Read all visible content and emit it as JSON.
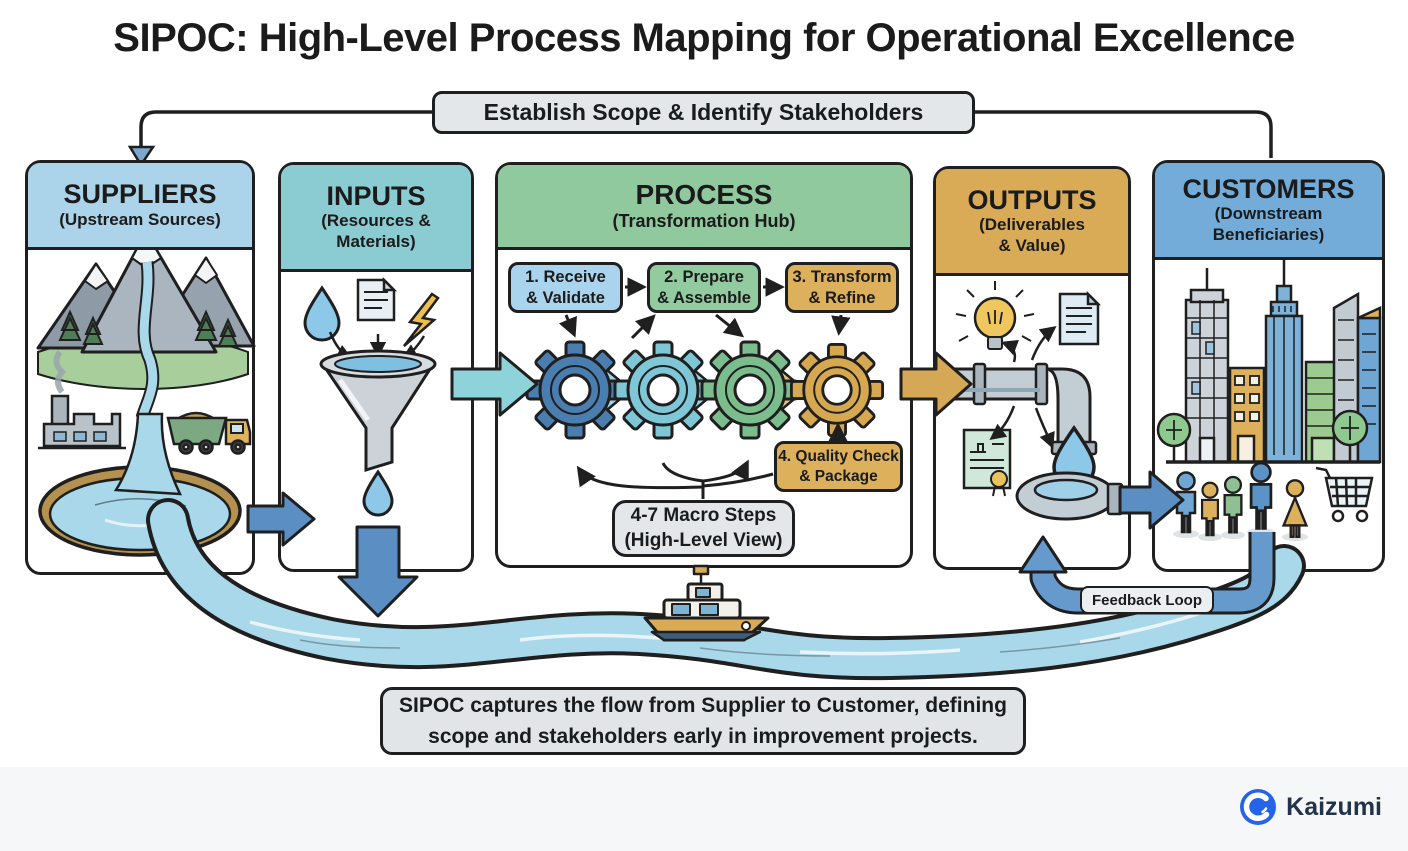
{
  "title": "SIPOC: High-Level Process Mapping for Operational Excellence",
  "banner": {
    "label": "Establish Scope & Identify Stakeholders"
  },
  "columns": [
    {
      "name": "SUPPLIERS",
      "subtitle": "(Upstream Sources)",
      "header_color": "#abd3e9"
    },
    {
      "name": "INPUTS",
      "subtitle": "(Resources &\nMaterials)",
      "header_color": "#8bccd3"
    },
    {
      "name": "PROCESS",
      "subtitle": "(Transformation Hub)",
      "header_color": "#91c99e"
    },
    {
      "name": "OUTPUTS",
      "subtitle": "(Deliverables\n& Value)",
      "header_color": "#d9ab57"
    },
    {
      "name": "CUSTOMERS",
      "subtitle": "(Downstream\nBeneficiaries)",
      "header_color": "#73acd8"
    }
  ],
  "process": {
    "steps": [
      {
        "label": "1. Receive\n& Validate",
        "color": "#aad4ee"
      },
      {
        "label": "2. Prepare\n& Assemble",
        "color": "#92cba0"
      },
      {
        "label": "3. Transform\n& Refine",
        "color": "#ddb05c"
      },
      {
        "label": "4. Quality Check\n& Package",
        "color": "#ddb05c"
      }
    ],
    "macro_note": "4-7 Macro Steps\n(High-Level View)"
  },
  "feedback": {
    "label": "Feedback Loop"
  },
  "caption": "SIPOC captures the flow from Supplier to Customer, defining\nscope and stakeholders early in improvement projects.",
  "brand": {
    "name": "Kaizumi",
    "accent": "#2563eb"
  },
  "colors": {
    "outline": "#1f1f1f",
    "river": "#a8d8ea",
    "arrow_blue": "#5b8fc4",
    "teal_arrow": "#8ed2da",
    "gold_arrow": "#d5a855",
    "gear_blue": "#4a7eb0",
    "gear_teal": "#7fc6d6",
    "gear_green": "#7cbd8e",
    "gear_gold": "#d6a84f",
    "label_bg": "#e4e7e9",
    "footer_bg": "#f6f7f8"
  },
  "illustrations": {
    "suppliers": "mountains, pine trees, waterfall, factory, dump truck, source pool",
    "inputs": "water drop, document, lightning bolt, funnel, drop, down arrow",
    "process": "four gears with chevron flow",
    "outputs": "lightbulb, document, pipe, certificate, water drop, basin",
    "customers": "city skyline, trees, five people, shopping cart",
    "flow": "river with boat from suppliers to customers, feedback pipe"
  }
}
